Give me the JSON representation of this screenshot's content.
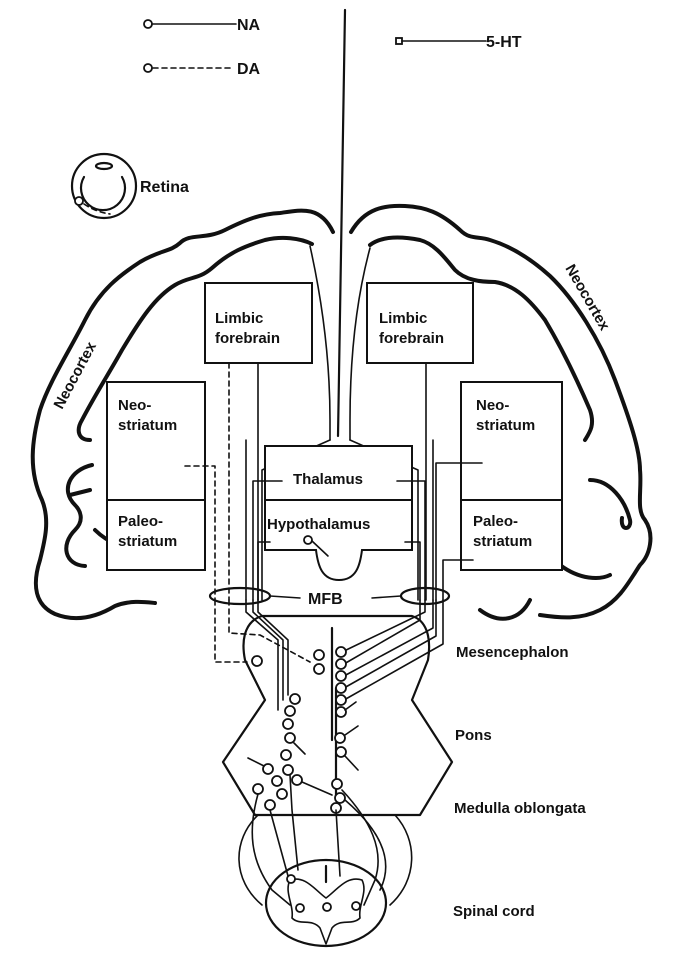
{
  "legend": {
    "na": "NA",
    "da": "DA",
    "ht": "5-HT"
  },
  "labels": {
    "retina": "Retina",
    "neocortex_left": "Neocortex",
    "neocortex_right": "Neocortex",
    "limbic_left_1": "Limbic",
    "limbic_left_2": "forebrain",
    "limbic_right_1": "Limbic",
    "limbic_right_2": "forebrain",
    "neostriatum_left_1": "Neo-",
    "neostriatum_left_2": "striatum",
    "neostriatum_right_1": "Neo-",
    "neostriatum_right_2": "striatum",
    "paleostriatum_left_1": "Paleo-",
    "paleostriatum_left_2": "striatum",
    "paleostriatum_right_1": "Paleo-",
    "paleostriatum_right_2": "striatum",
    "thalamus": "Thalamus",
    "hypothalamus": "Hypothalamus",
    "mfb": "MFB",
    "mesencephalon": "Mesencephalon",
    "pons": "Pons",
    "medulla": "Medulla oblongata",
    "spinal_cord": "Spinal cord"
  }
}
